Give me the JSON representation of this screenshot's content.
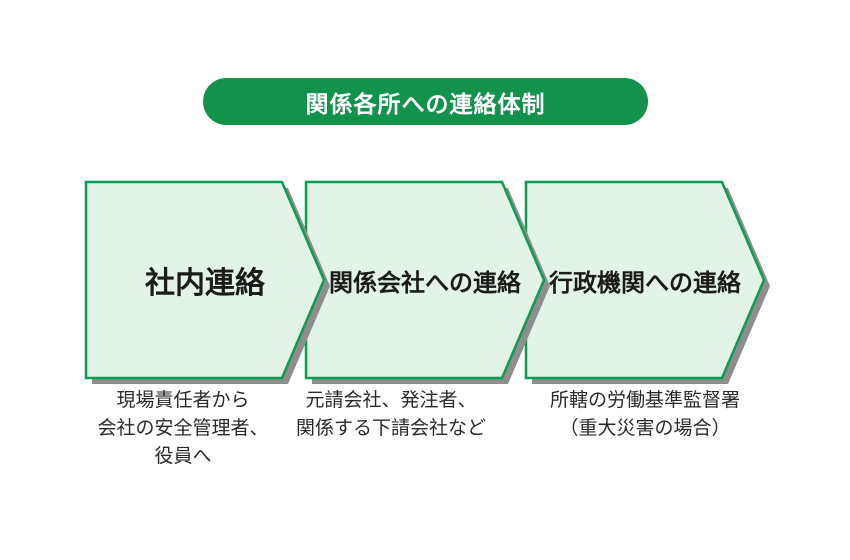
{
  "header": {
    "title": "関係各所への連絡体制"
  },
  "colors": {
    "banner_green": "#12924a",
    "banner_text": "#ffffff",
    "arrow_border_green": "#0c9c52",
    "arrow_fill_light_green": "#e4f3e7",
    "shadow_gray": "#8e8e8e",
    "label_text": "#1b1b1b",
    "caption_text": "#2a2a2a"
  },
  "steps": [
    {
      "label": "社内連絡",
      "caption_lines": [
        "現場責任者から",
        "会社の安全管理者、",
        "役員へ"
      ]
    },
    {
      "label": "関係会社への連絡",
      "caption_lines": [
        "元請会社、発注者、",
        "関係する下請会社など"
      ]
    },
    {
      "label": "行政機関への連絡",
      "caption_lines": [
        "所轄の労働基準監督署",
        "（重大災害の場合）"
      ]
    }
  ]
}
